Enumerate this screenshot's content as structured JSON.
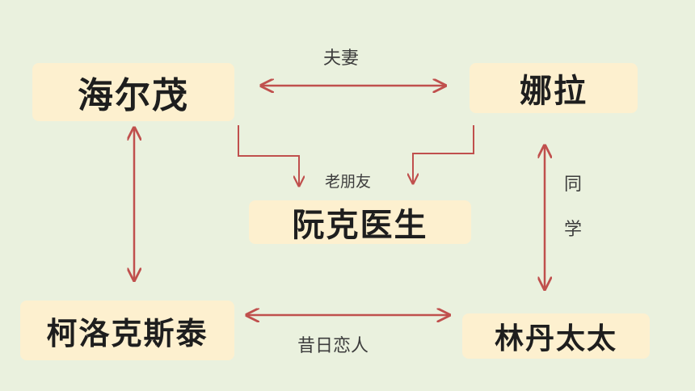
{
  "nodes": {
    "helmer": "海尔茂",
    "nora": "娜拉",
    "rank": "阮克医生",
    "krogstad": "柯洛克斯泰",
    "linde": "林丹太太"
  },
  "relations": {
    "spouse": "夫妻",
    "old_friend": "老朋友",
    "classmates_1": "同",
    "classmates_2": "学",
    "former_lovers": "昔日恋人"
  },
  "colors": {
    "background": "#eaf1de",
    "node_fill": "#fdf0cf",
    "arrow": "#c0504d"
  }
}
